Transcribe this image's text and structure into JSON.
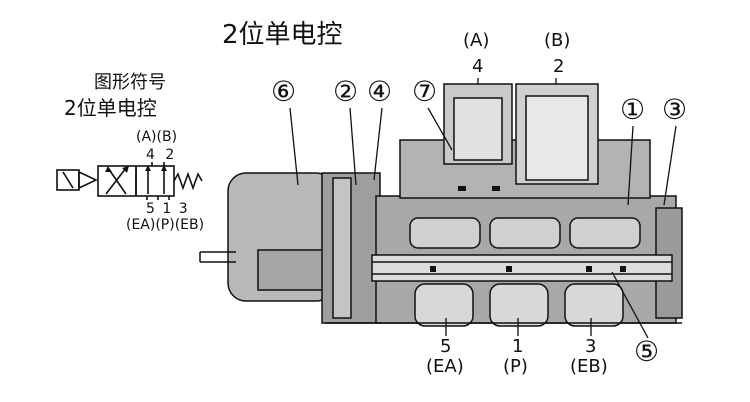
{
  "title": "2位单电控",
  "symbol": {
    "heading": "图形符号",
    "subheading": "2位单电控",
    "top_ports": "(A)(B)",
    "top_numbers": "4  2",
    "bottom_numbers": "5  1  3",
    "bottom_ports": "(EA)(P)(EB)"
  },
  "ports_top": [
    {
      "name": "(A)",
      "number": "4"
    },
    {
      "name": "(B)",
      "number": "2"
    }
  ],
  "ports_bottom": [
    {
      "number": "5",
      "name": "(EA)"
    },
    {
      "number": "1",
      "name": "(P)"
    },
    {
      "number": "3",
      "name": "(EB)"
    }
  ],
  "callouts": [
    "⑥",
    "②",
    "④",
    "⑦",
    "①",
    "③",
    "⑤"
  ],
  "colors": {
    "body": "#b3b3b3",
    "body_dark": "#8a8a8a",
    "line": "#111111",
    "paper": "#ffffff"
  }
}
